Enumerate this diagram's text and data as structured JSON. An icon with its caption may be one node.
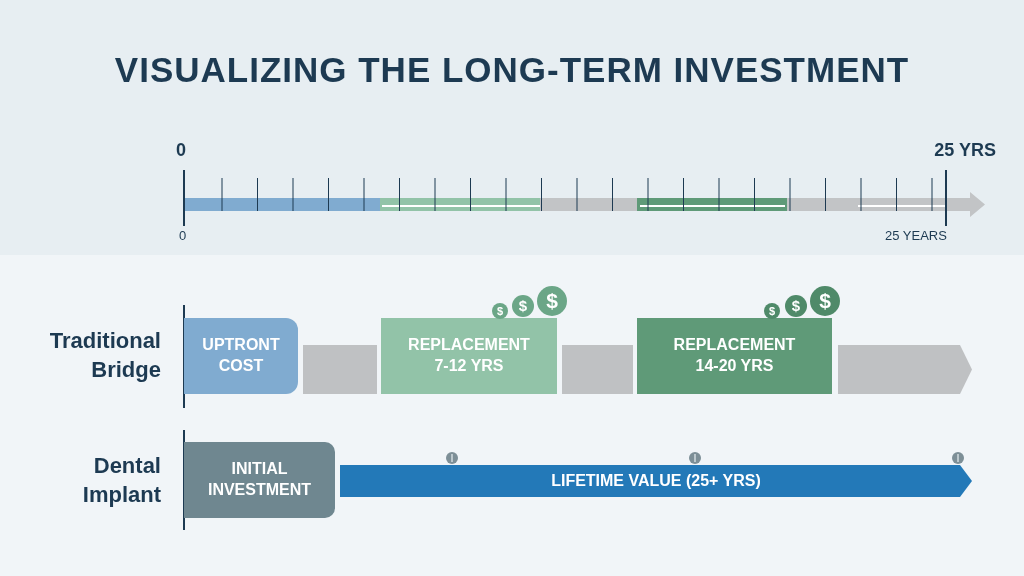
{
  "diagram": {
    "title": "VISUALIZING THE LONG-TERM INVESTMENT",
    "nodes": [
      {
        "text": [
          "UPTRONT COST"
        ]
      },
      {
        "text": [],
        "shape": "bar"
      },
      {
        "text": [
          "REPLACEMENT 7-12 YRS"
        ],
        "beside": [
          "$",
          "$",
          "$"
        ]
      },
      {
        "text": [],
        "shape": "bar"
      },
      {
        "text": [
          "REPLACEMENT 14-20 YRS"
        ],
        "beside": [
          "$",
          "$",
          "$"
        ]
      },
      {
        "text": [],
        "shape": "bar"
      },
      {
        "text": [
          "INITIAL INVESTMENT"
        ]
      },
      {
        "text": [
          "LIFETIME VALUE (25+ YRS)"
        ]
      }
    ],
    "labels": [
      "0",
      "25 YRS",
      "0",
      "25 YEARS",
      "Traditional Bridge",
      "Dental Implant"
    ]
  }
}
